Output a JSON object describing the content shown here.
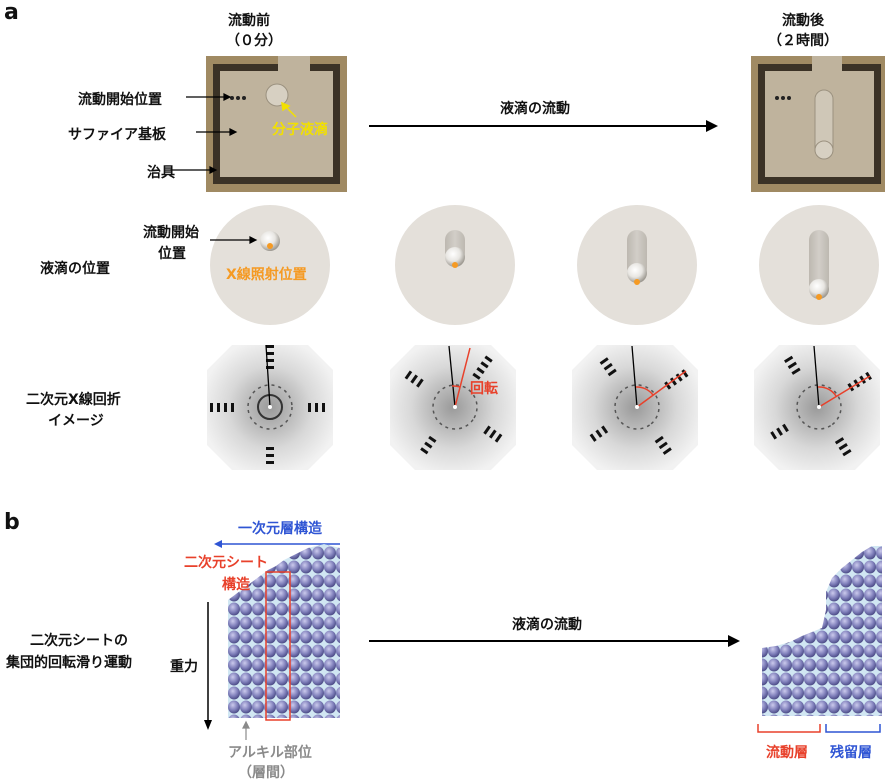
{
  "panel_a": {
    "letter": "a",
    "before_title_1": "流動前",
    "before_title_2": "（０分）",
    "after_title_1": "流動後",
    "after_title_2": "（２時間）",
    "start_position": "流動開始位置",
    "substrate": "サファイア基板",
    "jig": "治具",
    "molecular_droplet": "分子液滴",
    "droplet_flow": "液滴の流動",
    "droplet_position": "液滴の位置",
    "flow_start_position_1": "流動開始",
    "flow_start_position_2": "位置",
    "xray_position": "X線照射位置",
    "xrd_label_1": "二次元X線回折",
    "xrd_label_2": "イメージ",
    "rotation": "回転"
  },
  "panel_b": {
    "letter": "b",
    "one_d_layer": "一次元層構造",
    "two_d_sheet_1": "二次元シート",
    "two_d_sheet_2": "構造",
    "collective_1": "二次元シートの",
    "collective_2": "集団的回転滑り運動",
    "gravity": "重力",
    "droplet_flow": "液滴の流動",
    "alkyl_1": "アルキル部位",
    "alkyl_2": "（層間）",
    "flow_layer": "流動層",
    "residual_layer": "残留層"
  },
  "colors": {
    "yellow": "#f2e000",
    "orange": "#f59a23",
    "red": "#e8412b",
    "blue": "#2f55d4",
    "disk": "#e4e0da",
    "gray_text": "#8a8a8a"
  }
}
